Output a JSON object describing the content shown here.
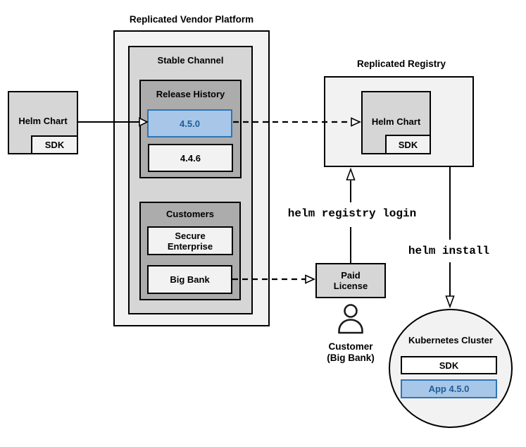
{
  "colors": {
    "container_light": "#F2F2F2",
    "container_medium": "#D6D6D6",
    "container_dark": "#ACACAC",
    "highlight_fill": "#A8C7E8",
    "highlight_border": "#2E75B6",
    "highlight_text": "#1F5C99",
    "line": "#000000"
  },
  "vendor_platform": {
    "title": "Replicated Vendor Platform",
    "stable_channel": {
      "title": "Stable Channel",
      "release_history": {
        "title": "Release History",
        "releases": [
          {
            "version": "4.5.0",
            "highlighted": true
          },
          {
            "version": "4.4.6",
            "highlighted": false
          }
        ]
      },
      "customers": {
        "title": "Customers",
        "items": [
          {
            "name": "Secure Enterprise"
          },
          {
            "name": "Big Bank"
          }
        ]
      }
    }
  },
  "source_helm_chart": {
    "label": "Helm Chart",
    "sdk": "SDK"
  },
  "registry": {
    "title": "Replicated Registry",
    "helm_chart": "Helm Chart",
    "sdk": "SDK"
  },
  "paid_license": {
    "label": "Paid License"
  },
  "customer": {
    "line1": "Customer",
    "line2": "(Big Bank)"
  },
  "kubernetes_cluster": {
    "title": "Kubernetes Cluster",
    "sdk": "SDK",
    "app": "App 4.5.0"
  },
  "commands": {
    "registry_login": "helm registry login",
    "install": "helm install"
  },
  "icons": {
    "customer_icon": "person"
  }
}
